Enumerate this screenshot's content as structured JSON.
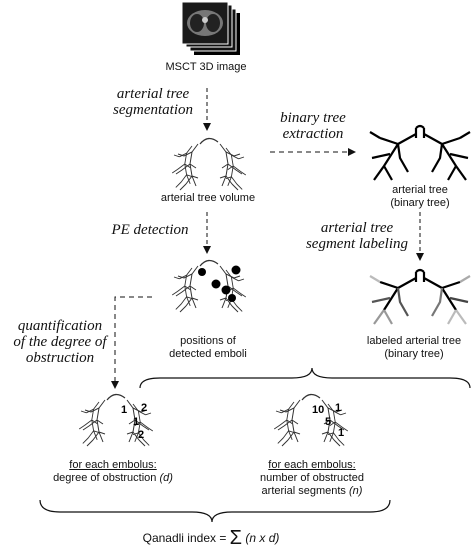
{
  "input": {
    "label": "MSCT 3D image"
  },
  "steps": {
    "segmentation": [
      "arterial tree",
      "segmentation"
    ],
    "binary_tree_extraction": [
      "binary tree",
      "extraction"
    ],
    "pe_detection": "PE detection",
    "segment_labeling": [
      "arterial tree",
      "segment labeling"
    ],
    "quantification": [
      "quantification",
      "of the degree of",
      "obstruction"
    ]
  },
  "results": {
    "arterial_tree_volume": "arterial tree volume",
    "arterial_tree_binary": [
      "arterial tree",
      "(binary tree)"
    ],
    "emboli_positions": [
      "positions of",
      "detected emboli"
    ],
    "labeled_tree": [
      "labeled arterial tree",
      "(binary tree)"
    ]
  },
  "outputs": {
    "degree": {
      "heading": "for each embolus:",
      "text": "degree of obstruction ",
      "var": "(d)",
      "numbers": [
        "1",
        "2",
        "1",
        "2"
      ]
    },
    "segments": {
      "heading": "for each embolus:",
      "text_line1": "number of obstructed",
      "text_line2": "arterial segments ",
      "var": "(n)",
      "numbers": [
        "10",
        "1",
        "5",
        "1"
      ]
    }
  },
  "formula": {
    "label": "Qanadli index = ",
    "symbol": "Σ",
    "expr": " (n x d)"
  }
}
